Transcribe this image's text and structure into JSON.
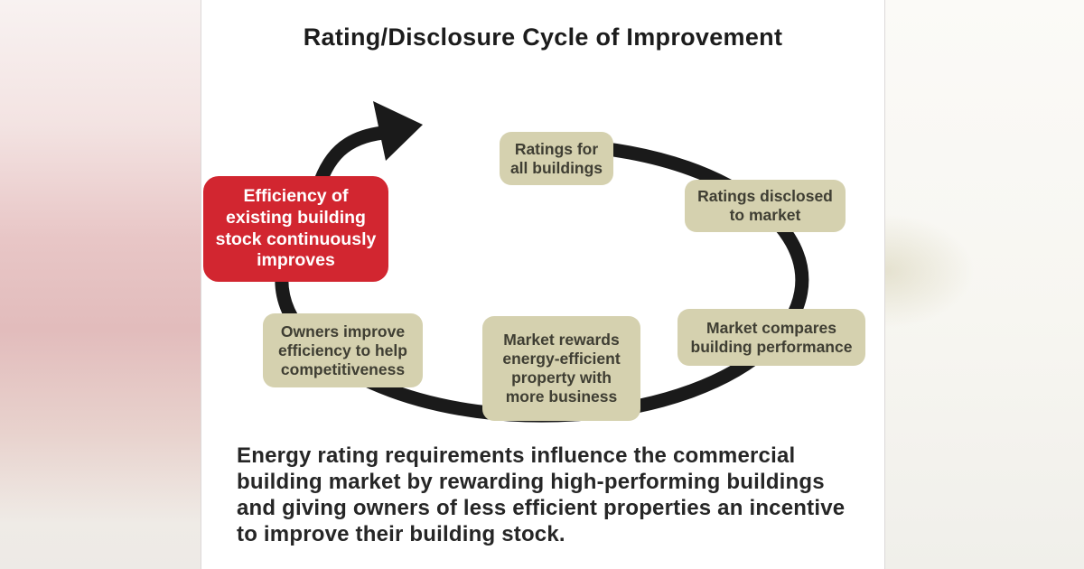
{
  "title": "Rating/Disclosure Cycle of Improvement",
  "cycle": {
    "highlight_box": {
      "label": "Efficiency of\nexisting building\nstock continuously\nimproves"
    },
    "steps": [
      {
        "id": "ratings-for-all-buildings",
        "label": "Ratings for\nall buildings"
      },
      {
        "id": "ratings-disclosed-to-market",
        "label": "Ratings disclosed\nto market"
      },
      {
        "id": "market-compares-building-performance",
        "label": "Market compares\nbuilding performance"
      },
      {
        "id": "market-rewards-energy-efficient",
        "label": "Market rewards\nenergy-efficient\nproperty with\nmore business"
      },
      {
        "id": "owners-improve-efficiency",
        "label": "Owners improve\nefficiency to help\ncompetitiveness"
      }
    ]
  },
  "caption": "Energy rating requirements influence the commercial\nbuilding market by rewarding high-performing buildings\nand giving owners of less efficient properties an incentive\nto improve their building stock.",
  "colors": {
    "accent-red": "#d22630",
    "step-bg": "#d5d1af",
    "step-text": "#3f3e33",
    "arrow": "#1a1a1a"
  }
}
